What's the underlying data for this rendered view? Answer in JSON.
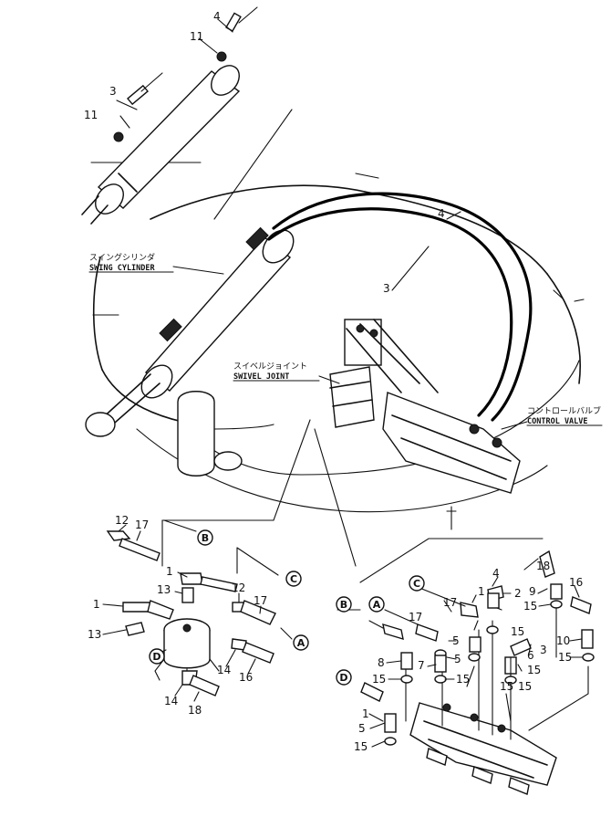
{
  "labels": {
    "swing_cylinder_jp": "スイングシリンダ",
    "swing_cylinder_en": "SWING CYLINDER",
    "swivel_joint_jp": "スイベルジョイント",
    "swivel_joint_en": "SWIVEL JOINT",
    "control_valve_jp": "コントロールバルブ",
    "control_valve_en": "CONTROL VALVE"
  },
  "callouts": {
    "top": [
      "4",
      "11",
      "3",
      "11",
      "4",
      "3"
    ],
    "left": [
      "12",
      "17",
      "1",
      "13",
      "12",
      "17",
      "1",
      "13",
      "14",
      "16",
      "14",
      "18"
    ],
    "right": [
      "18",
      "16",
      "1",
      "4",
      "9",
      "2",
      "15",
      "15",
      "17",
      "17",
      "5",
      "7",
      "8",
      "5",
      "15",
      "15",
      "10",
      "3",
      "6",
      "15",
      "15",
      "15",
      "15",
      "1",
      "5",
      "15"
    ]
  },
  "connectors": {
    "left": [
      "B",
      "C",
      "A",
      "D"
    ],
    "right": [
      "C",
      "B",
      "A",
      "D"
    ]
  }
}
